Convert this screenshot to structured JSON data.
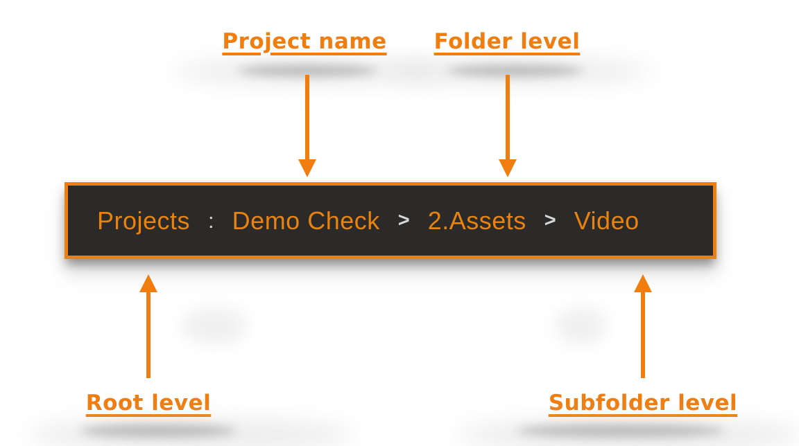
{
  "colors": {
    "accent": "#ef7d10",
    "breadcrumb_bg": "#2b2a29",
    "breadcrumb_text": "#e8830f",
    "separator": "#d6d6d6"
  },
  "annotations": {
    "project_name": "Project name",
    "folder_level": "Folder level",
    "root_level": "Root level",
    "subfolder_level": "Subfolder level"
  },
  "breadcrumb": {
    "root": "Projects",
    "root_separator": ":",
    "item_separator": ">",
    "items": [
      "Demo Check",
      "2.Assets",
      "Video"
    ]
  }
}
